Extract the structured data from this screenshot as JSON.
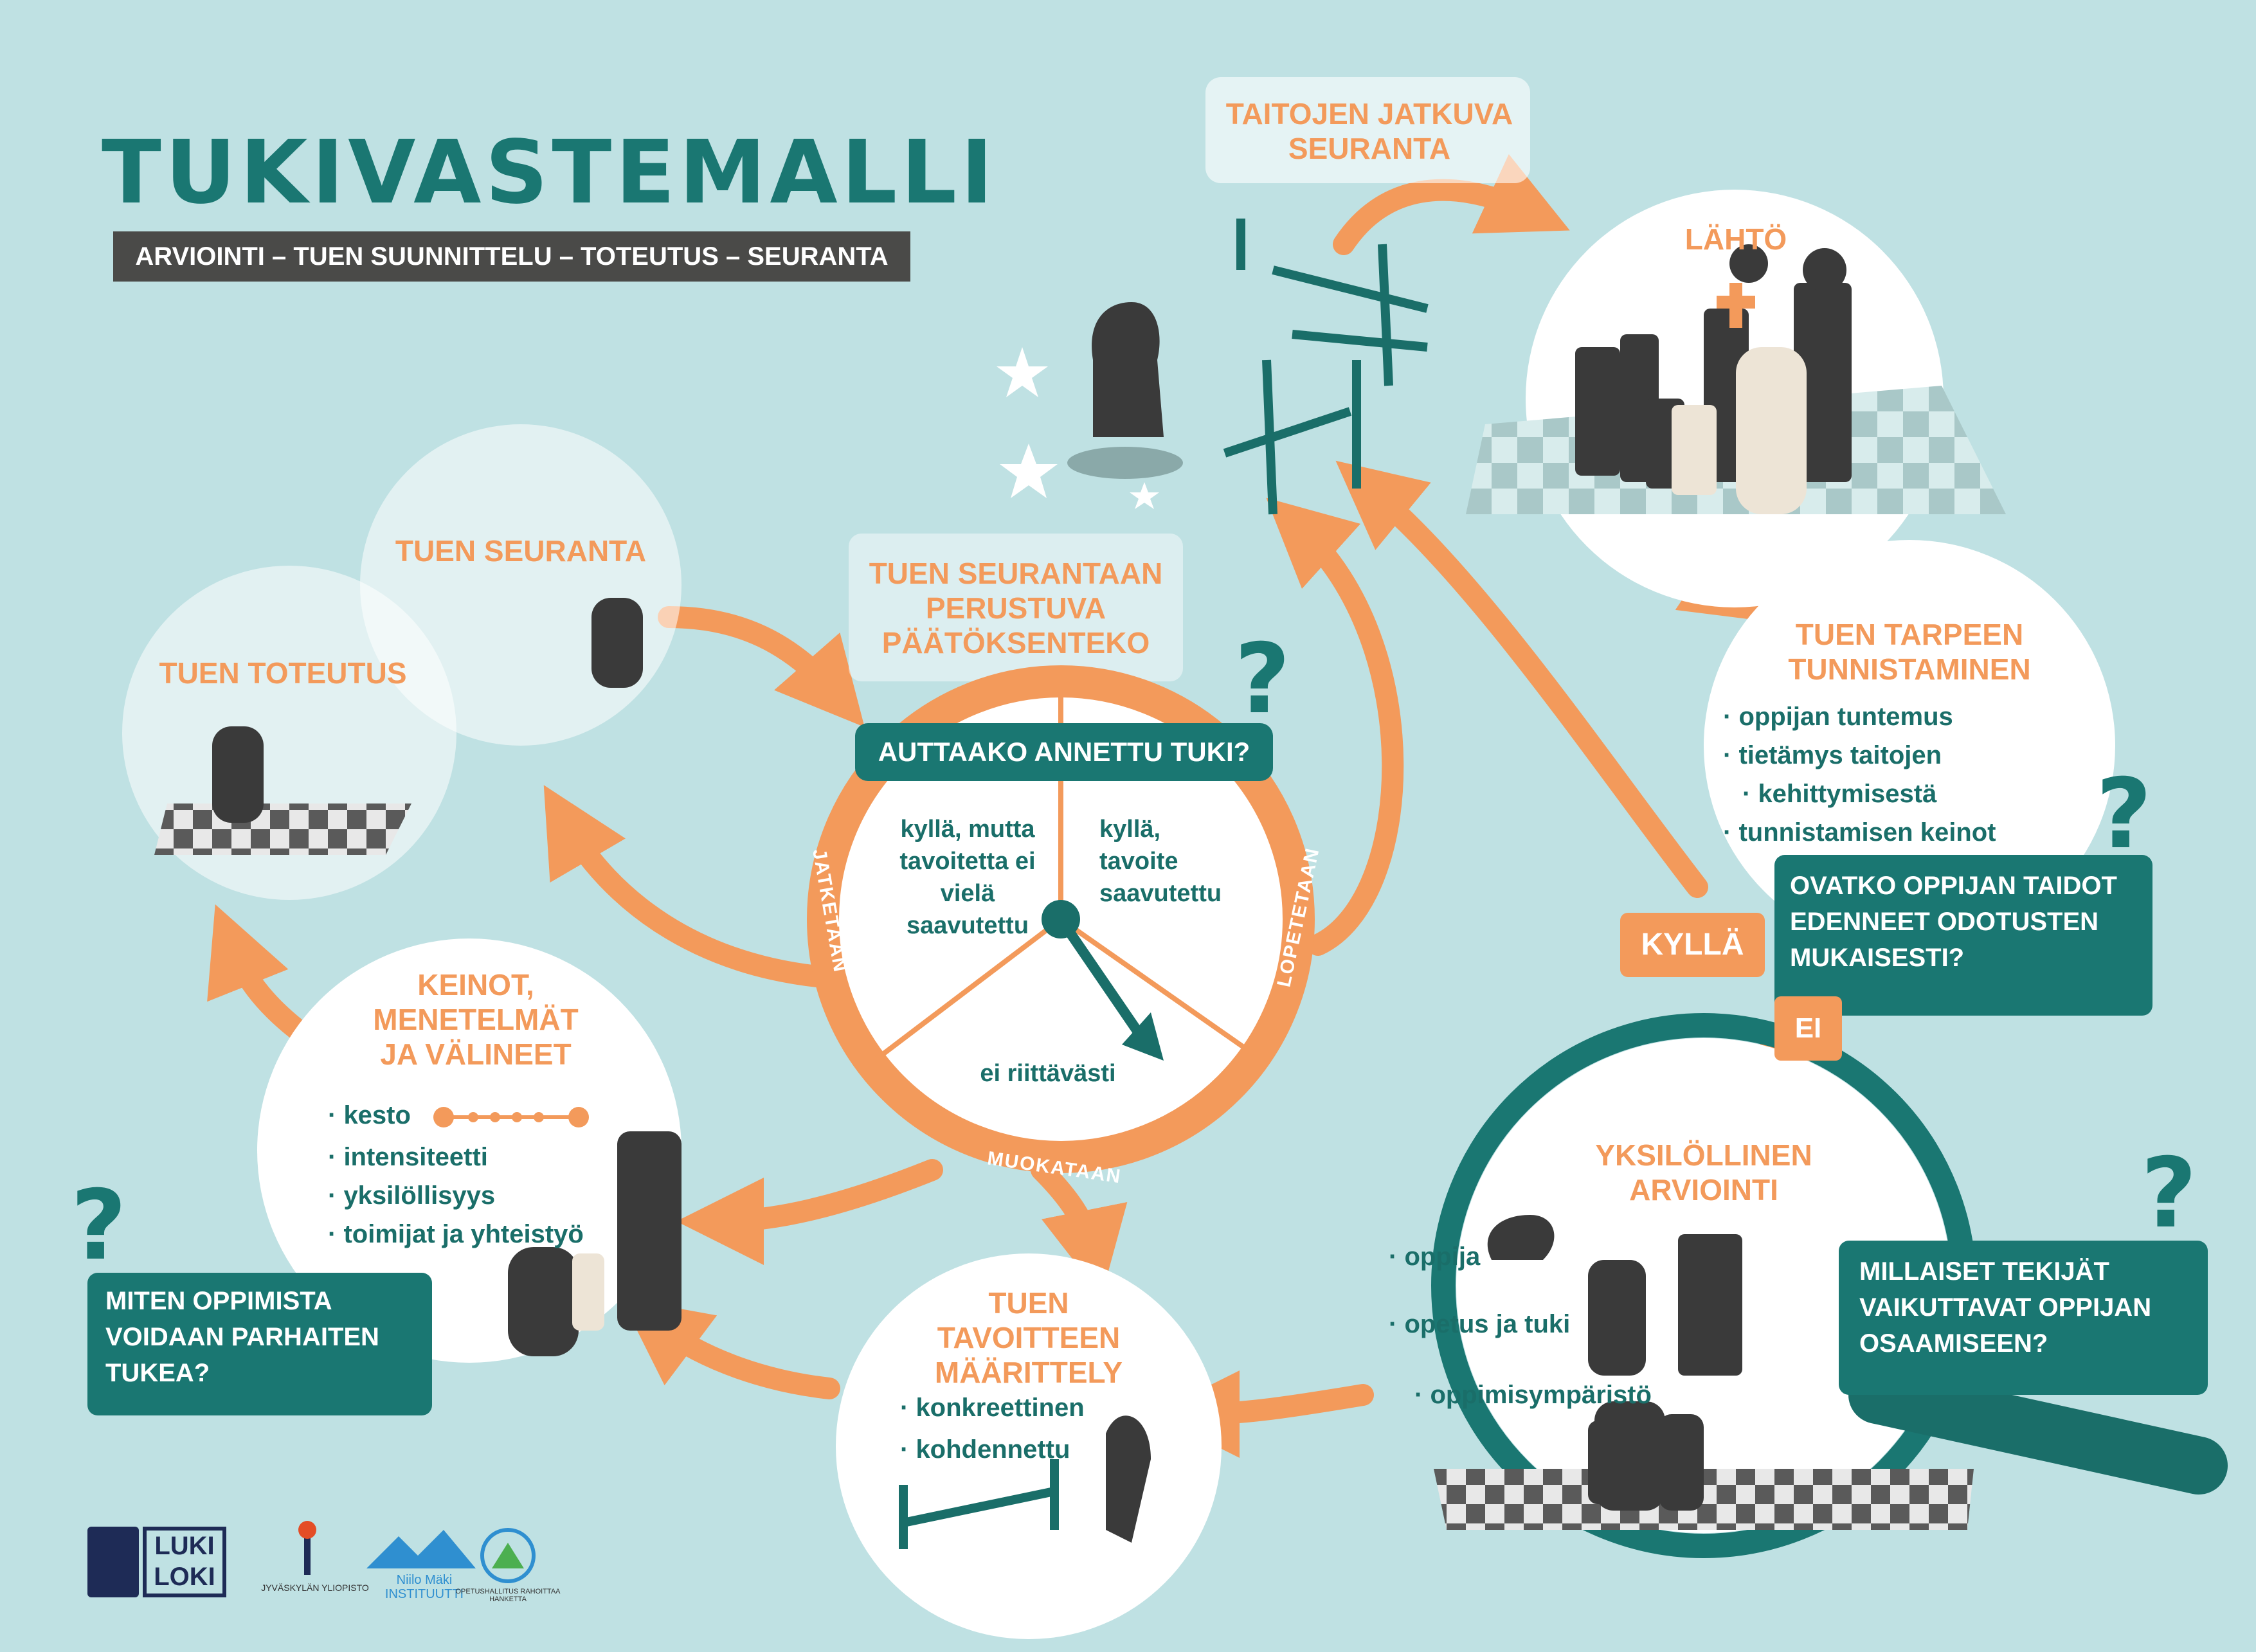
{
  "header": {
    "title": "TUKIVASTEMALLI",
    "subtitle": "ARVIOINTI – TUEN SUUNNITTELU – TOTEUTUS  – SEURANTA"
  },
  "nodes": {
    "monitoring": {
      "label_line1": "TAITOJEN JATKUVA",
      "label_line2": "SEURANTA"
    },
    "start": {
      "label": "LÄHTÖ"
    },
    "needs": {
      "label_line1": "TUEN TARPEEN",
      "label_line2": "TUNNISTAMINEN",
      "items": [
        "oppijan tuntemus",
        "tietämys taitojen",
        "kehittymisestä",
        "tunnistamisen keinot"
      ]
    },
    "question_progress": {
      "line1": "OVATKO OPPIJAN TAIDOT",
      "line2": "EDENNEET ODOTUSTEN",
      "line3": "MUKAISESTI?"
    },
    "yes_label": "KYLLÄ",
    "no_label": "EI",
    "individual": {
      "label_line1": "YKSILÖLLINEN",
      "label_line2": "ARVIOINTI",
      "items": [
        "oppija",
        "opetus ja tuki",
        "oppimisympäristö"
      ]
    },
    "question_factors": {
      "line1": "MILLAISET TEKIJÄT",
      "line2": "VAIKUTTAVAT OPPIJAN",
      "line3": "OSAAMISEEN?"
    },
    "goal": {
      "label_line1": "TUEN",
      "label_line2": "TAVOITTEEN",
      "label_line3": "MÄÄRITTELY",
      "items": [
        "konkreettinen",
        "kohdennettu"
      ]
    },
    "methods": {
      "label_line1": "KEINOT,",
      "label_line2": "MENETELMÄT",
      "label_line3": "JA VÄLINEET",
      "items": [
        "kesto",
        "intensiteetti",
        "yksilöllisyys",
        "toimijat ja yhteistyö"
      ]
    },
    "question_support": {
      "line1": "MITEN OPPIMISTA",
      "line2": "VOIDAAN PARHAITEN",
      "line3": "TUKEA?"
    },
    "implementation": {
      "label": "TUEN TOTEUTUS"
    },
    "follow_up": {
      "label": "TUEN SEURANTA"
    },
    "decision": {
      "line1": "TUEN SEURANTAAN",
      "line2": "PERUSTUVA",
      "line3": "PÄÄTÖKSENTEKO"
    }
  },
  "wheel": {
    "question": "AUTTAAKO ANNETTU TUKI?",
    "segment_left_1": "kyllä, mutta",
    "segment_left_2": "tavoitetta ei",
    "segment_left_3": "vielä saavutettu",
    "segment_right_1": "kyllä,",
    "segment_right_2": "tavoite",
    "segment_right_3": "saavutettu",
    "segment_bottom": "ei riittävästi",
    "rim_left": "JATKETAAN",
    "rim_right": "LOPETETAAN",
    "rim_bottom": "MUOKATAAN"
  },
  "logos": {
    "lukiloki_1": "LUKI",
    "lukiloki_2": "LOKI",
    "jyu": "JYVÄSKYLÄN YLIOPISTO",
    "niilo_1": "Niilo Mäki",
    "niilo_2": "INSTITUUTTI",
    "oph": "OPETUSHALLITUS RAHOITTAA HANKETTA"
  },
  "icons": [
    "chess-knight-icon",
    "chess-king-icon",
    "chess-queen-icon",
    "chess-pawn-icon",
    "chess-rook-icon",
    "hurdle-icon",
    "magnifier-icon",
    "question-mark-icon",
    "star-icon"
  ],
  "colors": {
    "background": "#bfe1e3",
    "teal": "#1a7772",
    "orange": "#f39a5b",
    "dark": "#4a4a48",
    "white": "#ffffff"
  }
}
